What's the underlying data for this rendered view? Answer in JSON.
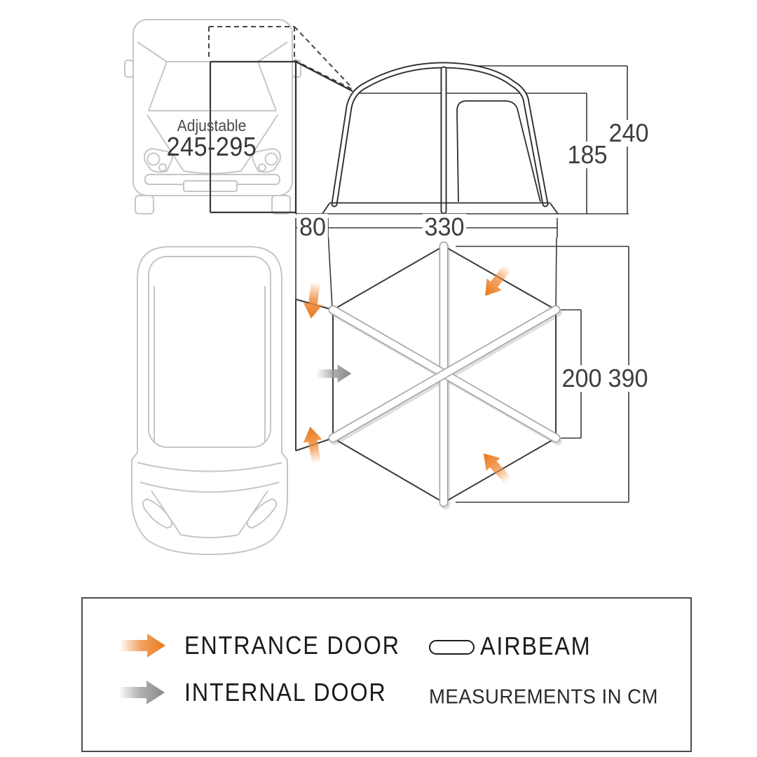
{
  "vehicle": {
    "connection_label": "Adjustable",
    "connection_range": "245-295"
  },
  "dimensions": {
    "tunnel_depth": "80",
    "awning_width": "330",
    "eave_height": "185",
    "peak_height": "240",
    "inner_span": "200",
    "total_depth": "390"
  },
  "legend": {
    "entrance_door": "ENTRANCE DOOR",
    "internal_door": "INTERNAL DOOR",
    "airbeam": "AIRBEAM",
    "measurements_note": "MEASUREMENTS IN CM"
  },
  "colors": {
    "entrance_arrow_orange": "#EC7C1F",
    "internal_arrow_gray": "#8C8C8C",
    "diagram_line_dark": "#3A3A3A",
    "vehicle_outline_gray": "#C6C6C6"
  }
}
